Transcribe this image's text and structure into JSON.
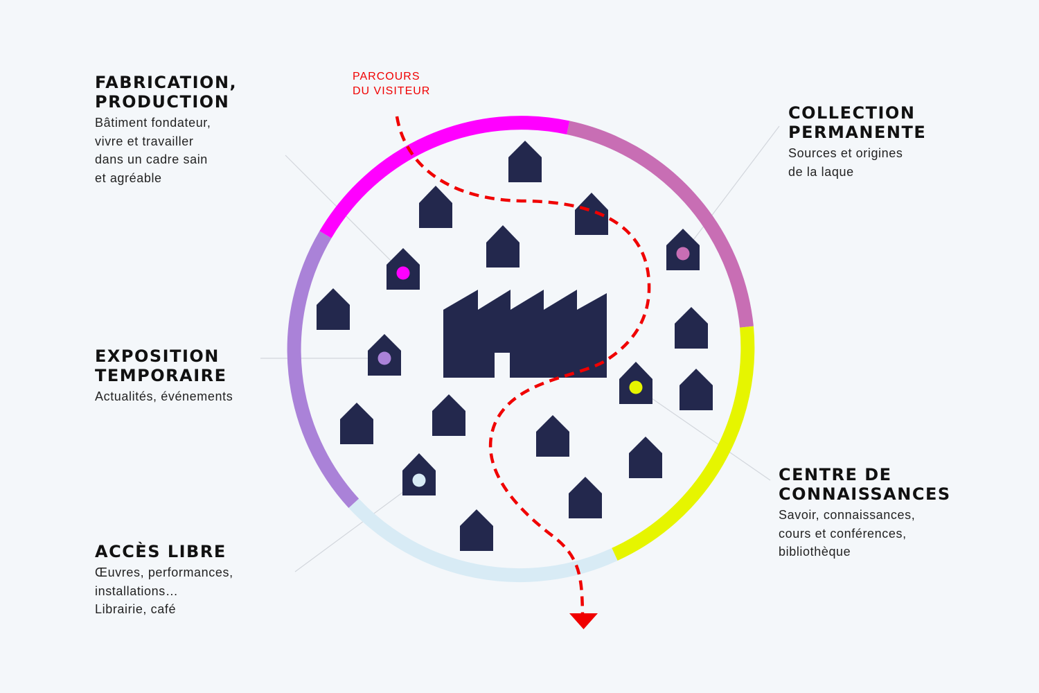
{
  "colors": {
    "background": "#f4f7fa",
    "house": "#23284d",
    "fabrication": "#ff00ff",
    "collection": "#c86eb4",
    "exposition": "#aa82d8",
    "centre": "#e6f500",
    "acces": "#d8ebf5",
    "visitor_path": "#f00000",
    "leader_line": "#d2d6dc"
  },
  "visitor_path": {
    "label": "PARCOURS\nDU VISITEUR"
  },
  "zones": {
    "fabrication": {
      "title_line1": "FABRICATION,",
      "title_line2": "PRODUCTION",
      "description": "Bâtiment fondateur,\nvivre et travailler\ndans un cadre sain\net agréable"
    },
    "collection": {
      "title_line1": "COLLECTION",
      "title_line2": "PERMANENTE",
      "description": "Sources et origines\nde la laque"
    },
    "exposition": {
      "title_line1": "EXPOSITION",
      "title_line2": "TEMPORAIRE",
      "description": "Actualités, événements"
    },
    "centre": {
      "title_line1": "CENTRE DE",
      "title_line2": "CONNAISSANCES",
      "description": "Savoir, connaissances,\ncours et conférences,\nbibliothèque"
    },
    "acces": {
      "title_line1": "ACCÈS LIBRE",
      "description": "Œuvres, performances,\ninstallations…\nLibrairie, café"
    }
  }
}
